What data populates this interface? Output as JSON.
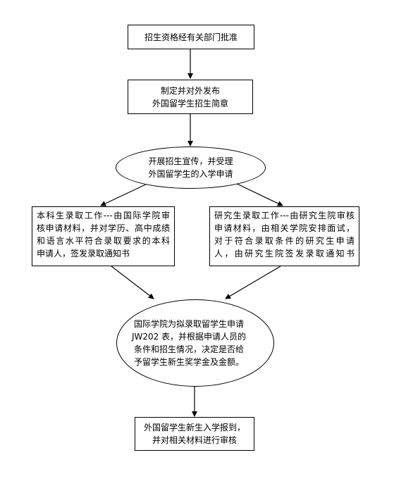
{
  "flow": {
    "step1": {
      "lines": [
        "招生资格经有关部门批准"
      ]
    },
    "step2": {
      "lines": [
        "制定并对外发布",
        "外国留学生招生简章"
      ]
    },
    "step3": {
      "lines": [
        "开展招生宣传，并受理",
        "外国留学生的入学申请"
      ]
    },
    "step4a": {
      "lines": [
        "本科生录取工作---由国际学院审",
        "核申请材料，并对学历、高中成绩",
        "和语言水平符合录取要求的本科",
        "申请人，签发录取通知书"
      ]
    },
    "step4b": {
      "lines": [
        "研究生录取工作---由研究生院审核",
        "申请材料，由相关学院安排面试，",
        "对于符合录取条件的研究生申请",
        "人，由研究生院签发录取通知书"
      ]
    },
    "step5": {
      "lines": [
        "国际学院为拟录取留学生申请",
        "JW202 表，并根据申请人员的",
        "条件和招生情况，决定是否给",
        "予留学生新生奖学金及金额。"
      ]
    },
    "step6": {
      "lines": [
        "外国留学生新生入学报到，",
        "并对相关材料进行审核"
      ]
    }
  }
}
